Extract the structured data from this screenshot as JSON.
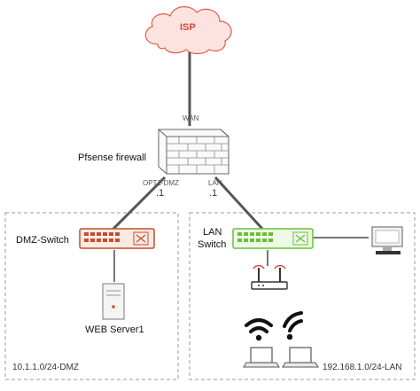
{
  "nodes": {
    "isp": "ISP",
    "firewall": "Pfsense firewall",
    "dmz_switch": "DMZ-Switch",
    "lan_switch_line1": "LAN",
    "lan_switch_line2": "Switch",
    "web_server": "WEB Server1"
  },
  "ports": {
    "wan": "WAN",
    "opt1": "OPT1-DMZ",
    "lan": "LAN",
    "opt1_ip": ".1",
    "lan_ip": ".1"
  },
  "zones": {
    "dmz": "10.1.1.0/24-DMZ",
    "lan": "192.168.1.0/24-LAN"
  },
  "colors": {
    "cloud_fill": "#fde3df",
    "cloud_stroke": "#e25b4e",
    "isp_text": "#d9453a",
    "dmz_switch": "#c0502e",
    "lan_switch": "#6abf3a",
    "link": "#555555",
    "zone_border": "#9a9a9a"
  }
}
